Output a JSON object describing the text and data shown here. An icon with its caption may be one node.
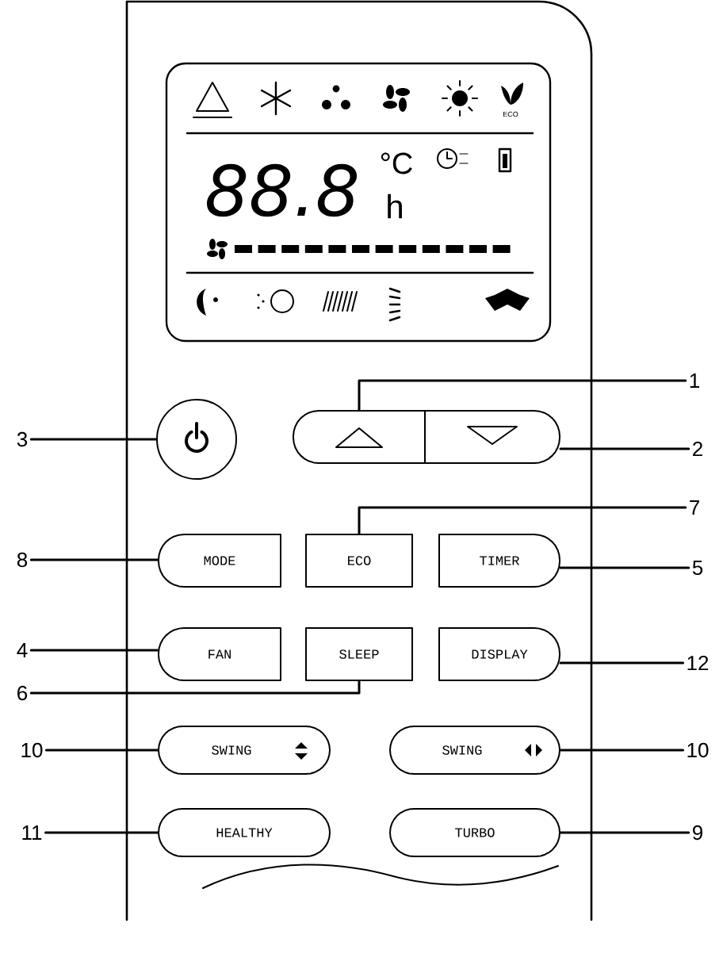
{
  "diagram": {
    "nodes": [
      {
        "text": [
          "ECO",
          "88.8",
          "°C",
          "h"
        ]
      },
      {
        "text": [
          "1"
        ]
      },
      {
        "text": [],
        "shape": "circle"
      },
      {
        "text": [],
        "shape": "button"
      },
      {
        "text": [],
        "shape": "button"
      },
      {
        "text": [
          "3"
        ]
      },
      {
        "text": [
          "2"
        ]
      },
      {
        "text": [
          "7"
        ]
      },
      {
        "text": [
          "8"
        ]
      },
      {
        "text": [
          "MODE"
        ]
      },
      {
        "text": [
          "ECO"
        ]
      },
      {
        "text": [
          "TIMER"
        ]
      },
      {
        "text": [
          "5"
        ]
      },
      {
        "text": [
          "4"
        ]
      },
      {
        "text": [
          "FAN"
        ]
      },
      {
        "text": [
          "SLEEP"
        ]
      },
      {
        "text": [
          "DISPLAY"
        ]
      },
      {
        "text": [
          "12"
        ]
      },
      {
        "text": [
          "6"
        ]
      },
      {
        "text": [
          "10"
        ]
      },
      {
        "text": [
          "SWING"
        ]
      },
      {
        "text": [
          "SWING"
        ]
      },
      {
        "text": [
          "10"
        ]
      },
      {
        "text": [
          "11"
        ]
      },
      {
        "text": [
          "HEALTHY"
        ]
      },
      {
        "text": [
          "TURBO"
        ]
      },
      {
        "text": [
          "9"
        ]
      }
    ],
    "edges": [
      {
        "from": 1,
        "to": 3,
        "arrow": "none"
      },
      {
        "from": 5,
        "to": 2,
        "arrow": "none"
      },
      {
        "from": 6,
        "to": 4,
        "arrow": "none"
      },
      {
        "from": 7,
        "to": 10,
        "arrow": "none"
      },
      {
        "from": 8,
        "to": 9,
        "arrow": "none"
      },
      {
        "from": 12,
        "to": 11,
        "arrow": "none"
      },
      {
        "from": 13,
        "to": 14,
        "arrow": "none"
      },
      {
        "from": 17,
        "to": 16,
        "arrow": "none"
      },
      {
        "from": 18,
        "to": 15,
        "arrow": "none"
      },
      {
        "from": 19,
        "to": 20,
        "arrow": "none"
      },
      {
        "from": 22,
        "to": 21,
        "arrow": "none"
      },
      {
        "from": 23,
        "to": 24,
        "arrow": "none"
      },
      {
        "from": 26,
        "to": 25,
        "arrow": "none"
      }
    ]
  }
}
